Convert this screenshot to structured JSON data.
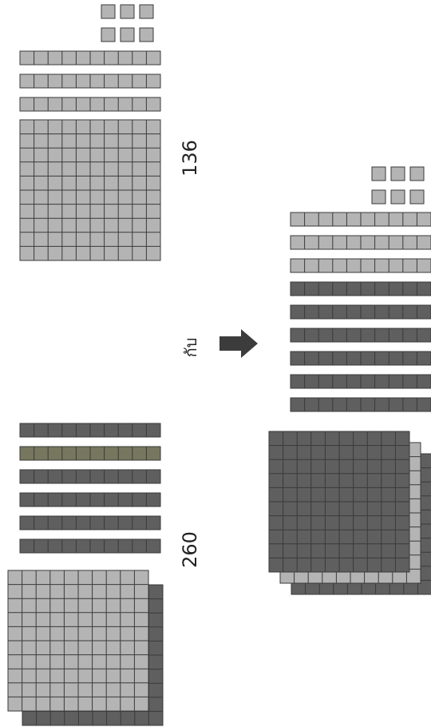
{
  "labels": {
    "first_number": "136",
    "second_number": "260",
    "conjunction": "กับ"
  },
  "blocks": {
    "first_addend": {
      "hundreds": 1,
      "tens": 3,
      "ones": 6
    },
    "second_addend": {
      "hundreds": 2,
      "tens": 6,
      "ones": 0
    },
    "result": {
      "hundreds": 3,
      "tens": 9,
      "ones": 6
    }
  },
  "colors": {
    "light_block": "#b4b4b4",
    "dark_block": "#5f5f5f",
    "olive_block": "#77775f",
    "outline": "#3a3a3a",
    "arrow": "#3c3c3c"
  },
  "icons": {
    "arrow": "right-arrow-icon"
  }
}
